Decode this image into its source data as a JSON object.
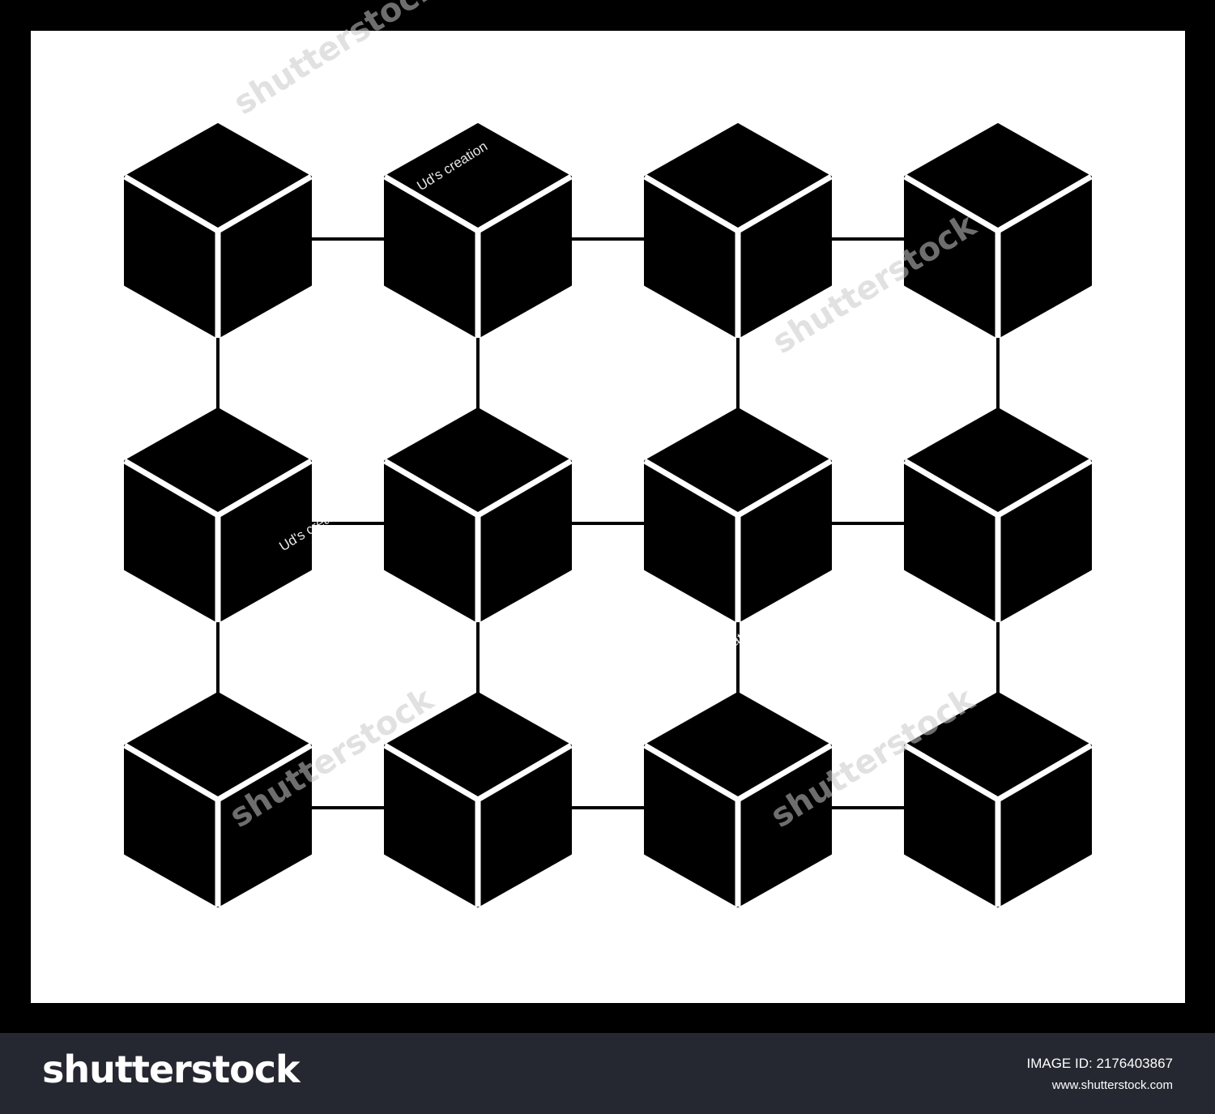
{
  "diagram": {
    "rows": 3,
    "cols": 4,
    "colors": {
      "background": "#ffffff",
      "cube_fill": "#000000",
      "cube_edge": "#ffffff",
      "connector": "#000000",
      "frame": "#000000"
    },
    "node_shape": "isometric-cube",
    "connection_pattern": "grid"
  },
  "watermarks": {
    "stock_text": "shutterstock",
    "credit_text": "Ud's creation"
  },
  "footer": {
    "brand": "shutterstock",
    "image_id": "IMAGE ID: 2176403867",
    "url": "www.shutterstock.com",
    "background": "#252830"
  }
}
